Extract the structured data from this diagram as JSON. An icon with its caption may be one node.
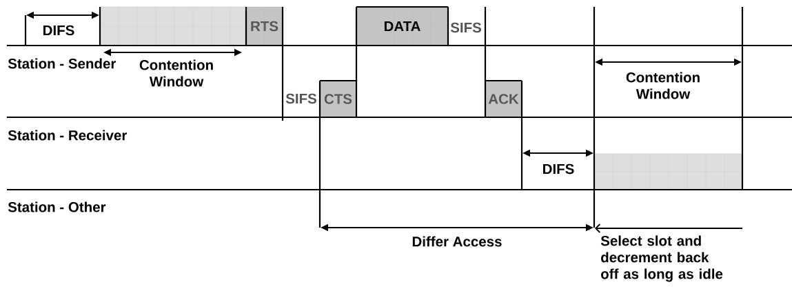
{
  "diagram": {
    "nodes": [
      {
        "text": [],
        "shape": "box"
      },
      {
        "text": [
          "RTS"
        ]
      },
      {
        "text": [
          "DATA"
        ]
      },
      {
        "text": [
          "CTS"
        ]
      },
      {
        "text": [
          "ACK"
        ]
      },
      {
        "text": [],
        "shape": "box"
      }
    ],
    "labels": [
      "DIFS",
      "SIFS",
      "Station - Sender",
      "Contention Window",
      "Contention Window",
      "SIFS",
      "Station - Receiver",
      "DIFS",
      "Station - Other",
      "Differ Access",
      "Select slot and decrement back off as long as idle"
    ]
  }
}
